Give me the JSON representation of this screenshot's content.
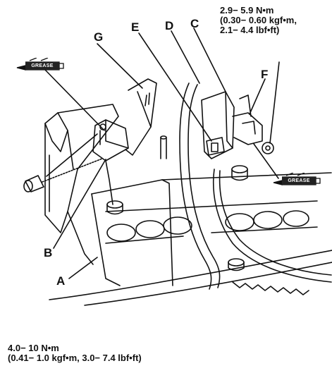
{
  "diagram": {
    "callouts": {
      "A": "A",
      "B": "B",
      "C": "C",
      "D": "D",
      "E": "E",
      "F": "F",
      "G": "G"
    },
    "torque_upper": {
      "line1": "2.9− 5.9 N•m",
      "line2": "(0.30− 0.60 kgf•m,",
      "line3": "2.1− 4.4 lbf•ft)"
    },
    "torque_lower": {
      "line1": "4.0− 10 N•m",
      "line2": "(0.41− 1.0 kgf•m, 3.0− 7.4 lbf•ft)"
    },
    "grease_label": "GREASE",
    "colors": {
      "ink": "#111111",
      "background": "#ffffff",
      "grease_pad": "#222222"
    },
    "icons": [
      "grease-tube-icon",
      "grease-tube-icon"
    ]
  }
}
